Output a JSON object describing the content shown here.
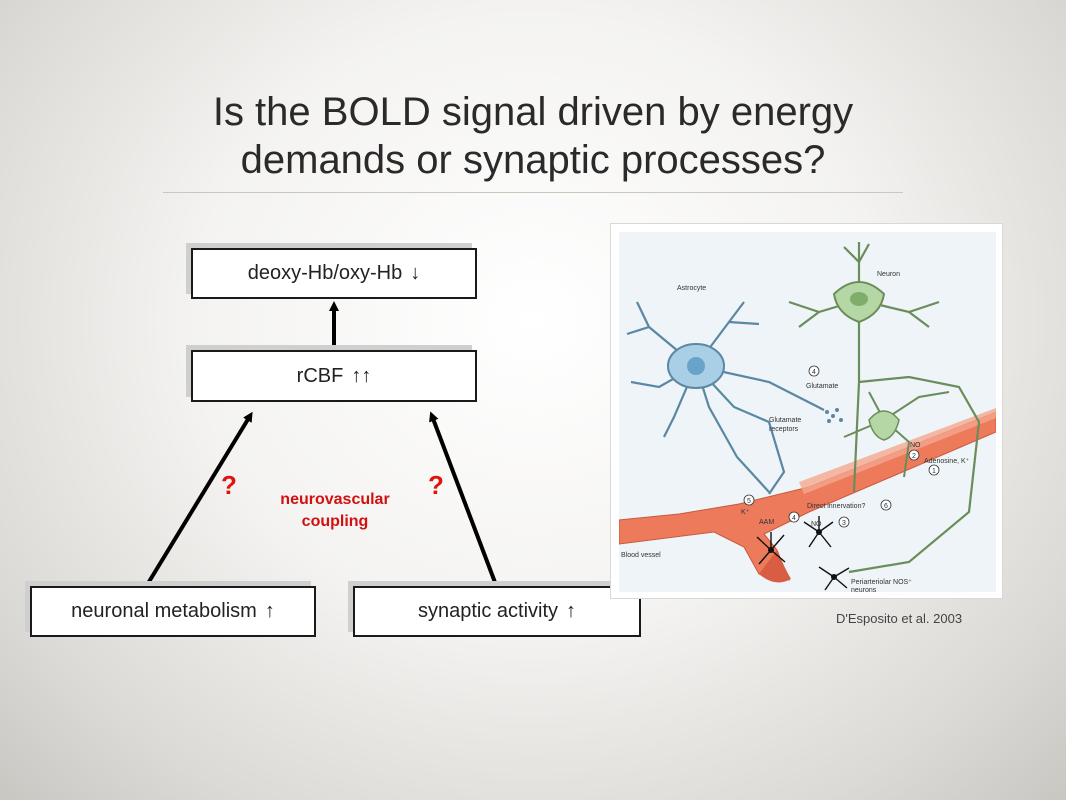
{
  "title": {
    "line1": "Is the BOLD signal driven by energy",
    "line2": "demands or synaptic processes?"
  },
  "diagram": {
    "top_box": {
      "label": "deoxy-Hb/oxy-Hb",
      "arrow": "↓"
    },
    "middle_box": {
      "label": "rCBF",
      "arrow": "↑↑"
    },
    "left_box": {
      "label": "neuronal metabolism",
      "arrow": "↑"
    },
    "right_box": {
      "label": "synaptic activity",
      "arrow": "↑"
    },
    "question_left": "?",
    "question_right": "?",
    "coupling_line1": "neurovascular",
    "coupling_line2": "coupling",
    "accent_color": "#e0120f"
  },
  "figure": {
    "labels": {
      "astrocyte": "Astrocyte",
      "neuron": "Neuron",
      "glutamate": "Glutamate",
      "glutamate_receptors_1": "Glutamate",
      "glutamate_receptors_2": "receptors",
      "no": "NO",
      "adenosine": "Adenosine, K⁺",
      "direct_innervation": "Direct innervation?",
      "k": "K⁺",
      "aam": "AAM",
      "no2": "NO",
      "blood_vessel": "Blood vessel",
      "periarteriolar_1": "Periarteriolar NOS⁺",
      "periarteriolar_2": "neurons",
      "n1": "1",
      "n2": "2",
      "n3": "3",
      "n4": "4",
      "n4b": "4",
      "n5": "5",
      "n6": "6"
    }
  },
  "citation": "D'Esposito et al. 2003"
}
